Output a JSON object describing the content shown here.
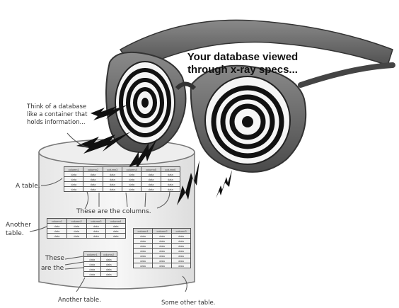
{
  "headline": {
    "line1": "Your database viewed",
    "line2": "through x-ray specs..."
  },
  "annotations": {
    "container_note": [
      "Think of a database",
      "like a container that",
      "holds information..."
    ],
    "a_table": "A table.",
    "another_table_left": [
      "Another",
      "table."
    ],
    "columns_note": "These are the columns.",
    "these_are_the": [
      "These",
      "are the"
    ],
    "another_table_bottom": "Another table.",
    "some_other_table": "Some other table."
  },
  "tables": {
    "table1": {
      "headers": [
        "column1",
        "column2",
        "column3",
        "column4",
        "column5",
        "column6"
      ],
      "rows": [
        [
          "data",
          "data",
          "data",
          "data",
          "data",
          "data"
        ],
        [
          "data",
          "data",
          "data",
          "data",
          "data",
          "data"
        ],
        [
          "data",
          "data",
          "data",
          "data",
          "data",
          "data"
        ],
        [
          "data",
          "data",
          "data",
          "data",
          "data",
          "data"
        ]
      ]
    },
    "table2": {
      "headers": [
        "column1",
        "column2",
        "column3",
        "column4"
      ],
      "rows": [
        [
          "data",
          "data",
          "data",
          "data"
        ],
        [
          "data",
          "data",
          "data",
          "data"
        ],
        [
          "data",
          "data",
          "data",
          "data"
        ]
      ]
    },
    "table3": {
      "headers": [
        "column1",
        "column2"
      ],
      "rows": [
        [
          "data",
          "data"
        ],
        [
          "data",
          "data"
        ],
        [
          "data",
          "data"
        ],
        [
          "data",
          "data"
        ]
      ]
    },
    "table4": {
      "headers": [
        "column1",
        "column2",
        "column3"
      ],
      "rows": [
        [
          "data",
          "data",
          "data"
        ],
        [
          "data",
          "data",
          "data"
        ],
        [
          "data",
          "data",
          "data"
        ],
        [
          "data",
          "data",
          "data"
        ],
        [
          "data",
          "data",
          "data"
        ],
        [
          "data",
          "data",
          "data"
        ],
        [
          "data",
          "data",
          "data"
        ]
      ]
    }
  }
}
